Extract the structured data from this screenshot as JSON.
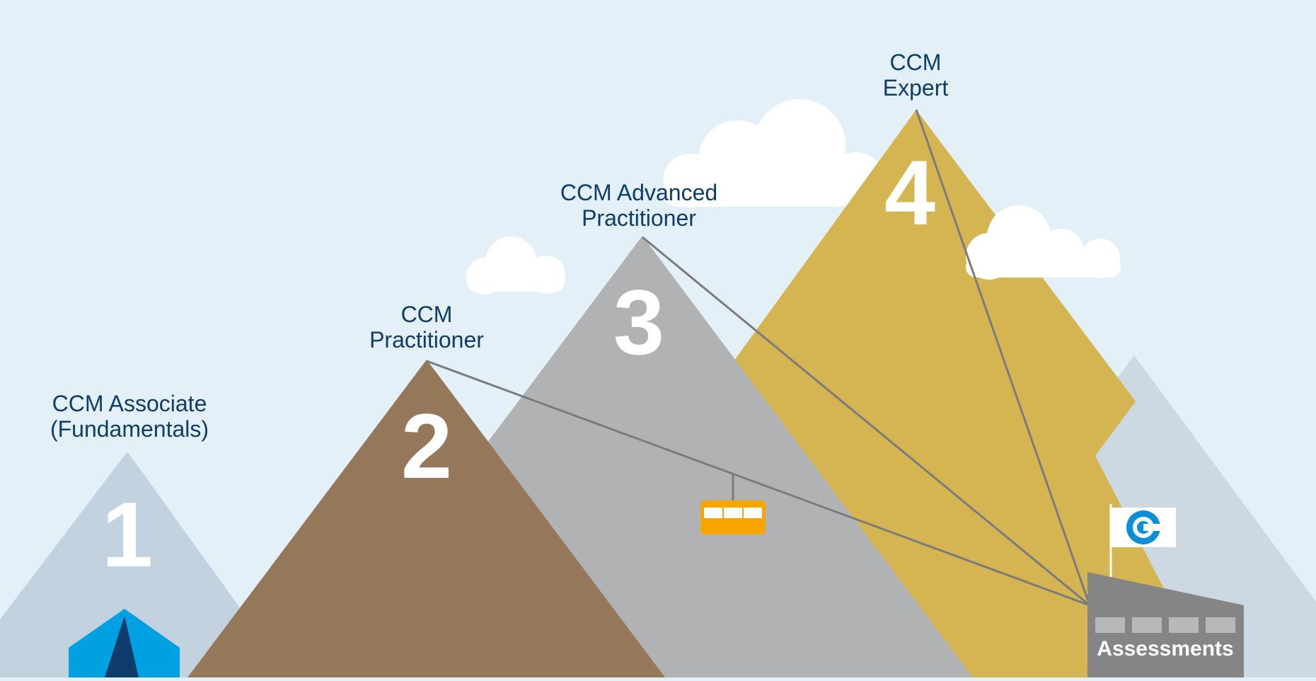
{
  "colors": {
    "sky": "#e3f0f8",
    "label_text": "#0e3d6b",
    "peak_1": "#c2d2df",
    "peak_2": "#95785a",
    "peak_3": "#b1b2b4",
    "peak_4": "#d4b552",
    "back_peak": "#cdd9e2",
    "cable": "#7b7b7b",
    "gondola": "#f7a600",
    "building": "#858585",
    "tent_light": "#00a0e3",
    "tent_dark": "#0e3d6b",
    "flag_logo": "#0a8fd8"
  },
  "levels": [
    {
      "number": "1",
      "title_line1": "CCM Associate",
      "title_line2": "(Fundamentals)"
    },
    {
      "number": "2",
      "title_line1": "CCM",
      "title_line2": "Practitioner"
    },
    {
      "number": "3",
      "title_line1": "CCM Advanced",
      "title_line2": "Practitioner"
    },
    {
      "number": "4",
      "title_line1": "CCM",
      "title_line2": "Expert"
    }
  ],
  "assessments_label": "Assessments",
  "icons": {
    "gondola": "cable-car-gondola-icon",
    "flag": "company-logo-flag-icon",
    "tent": "base-camp-tent-icon"
  }
}
